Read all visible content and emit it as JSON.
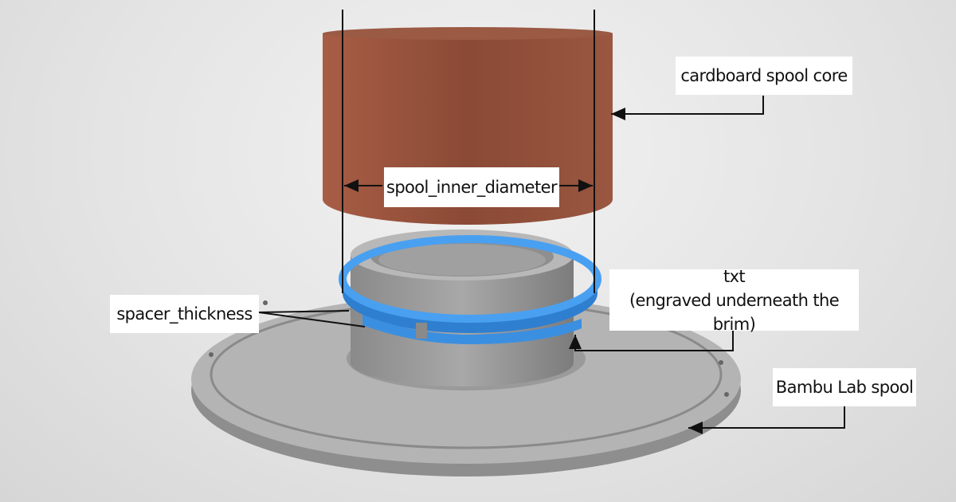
{
  "labels": {
    "core": "cardboard spool core",
    "diameter": "spool_inner_diameter",
    "txt_title": "txt",
    "txt_note": "(engraved underneath the brim)",
    "spacer": "spacer_thickness",
    "spool": "Bambu Lab spool"
  },
  "colors": {
    "core": "#8e4b36",
    "spacer": "#3b8fe0",
    "spool": "#a9a9a9",
    "background": "#e4e4e4"
  }
}
